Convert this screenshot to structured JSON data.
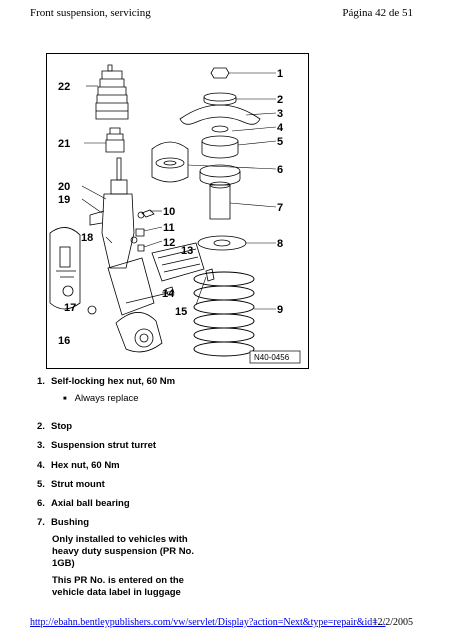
{
  "header": {
    "title": "Front suspension, servicing",
    "page": "Página 42 de 51"
  },
  "figure": {
    "callouts": [
      "1",
      "2",
      "3",
      "4",
      "5",
      "6",
      "7",
      "8",
      "9",
      "10",
      "11",
      "12",
      "13",
      "14",
      "15",
      "16",
      "17",
      "18",
      "19",
      "20",
      "21",
      "22"
    ],
    "code": "N40-0456"
  },
  "items": [
    {
      "num": "1.",
      "text": "Self-locking hex nut, 60 Nm",
      "sub": "Always replace"
    },
    {
      "num": "2.",
      "text": "Stop"
    },
    {
      "num": "3.",
      "text": "Suspension strut turret"
    },
    {
      "num": "4.",
      "text": "Hex nut, 60 Nm"
    },
    {
      "num": "5.",
      "text": "Strut mount"
    },
    {
      "num": "6.",
      "text": "Axial ball bearing"
    },
    {
      "num": "7.",
      "text": "Bushing"
    }
  ],
  "note": {
    "line1": "Only installed to vehicles with",
    "line2": "heavy duty suspension (PR No.",
    "line3": "1GB)",
    "line4": "This PR No. is entered on the",
    "line5": "vehicle data label in luggage"
  },
  "footer": {
    "url": "http://ebahn.bentleypublishers.com/vw/servlet/Display?action=Next&type=repair&id=...",
    "date": "12/2/2005"
  }
}
